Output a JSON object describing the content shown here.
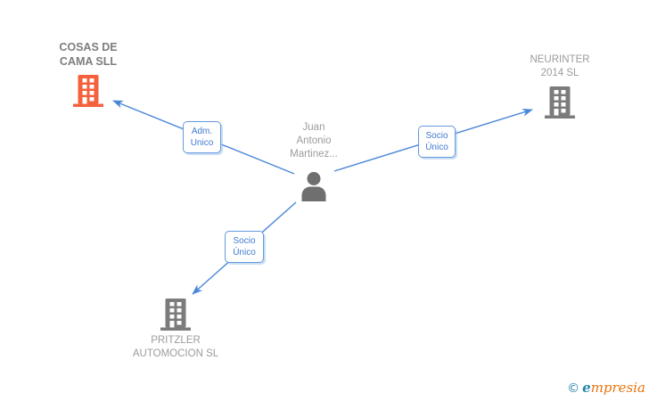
{
  "diagram": {
    "person": {
      "name": "Juan\nAntonio\nMartinez..."
    },
    "companies": [
      {
        "id": "cosas-de-cama",
        "name": "COSAS DE\nCAMA SLL",
        "highlighted": true
      },
      {
        "id": "neurinter",
        "name": "NEURINTER\n2014  SL",
        "highlighted": false
      },
      {
        "id": "pritzler",
        "name": "PRITZLER\nAUTOMOCION SL",
        "highlighted": false
      }
    ],
    "edges": [
      {
        "from": "person",
        "to": "cosas-de-cama",
        "label": "Adm.\nUnico"
      },
      {
        "from": "person",
        "to": "neurinter",
        "label": "Socio\nÚnico"
      },
      {
        "from": "person",
        "to": "pritzler",
        "label": "Socio\nÚnico"
      }
    ]
  },
  "watermark": {
    "copyright": "©",
    "brand_first": "e",
    "brand_rest": "mpresia"
  },
  "colors": {
    "line_blue": "#4a86d8",
    "box_border": "#639ade",
    "label_text": "#3f7ad0",
    "building_gray": "#7b7b7b",
    "building_orange": "#f4613c",
    "person_gray": "#6f6f6f",
    "name_bold_gray": "#7d7d7d",
    "name_light_gray": "#9c9c9c",
    "wm_teal": "#2585a8",
    "wm_orange": "#e8750f"
  }
}
